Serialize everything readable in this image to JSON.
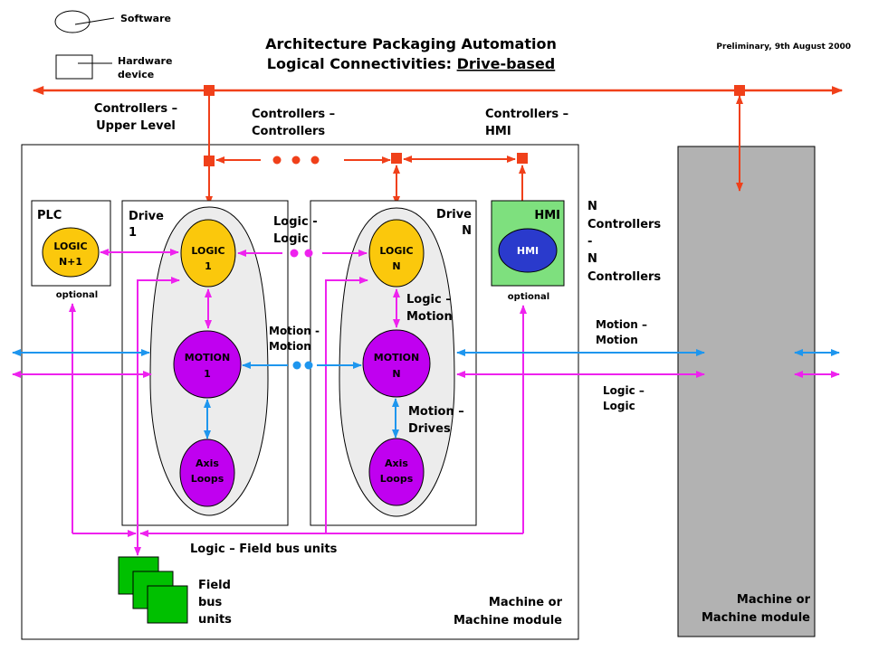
{
  "title": {
    "line1": "Architecture Packaging Automation",
    "line2_prefix": "Logical Connectivities: ",
    "line2_emphasis": "Drive-based"
  },
  "date_note": "Preliminary, 9th August 2000",
  "legend": {
    "software": "Software",
    "hardware_1": "Hardware",
    "hardware_2": "device"
  },
  "bus_labels": {
    "upper_1": "Controllers –",
    "upper_2": "Upper Level",
    "cc_1": "Controllers –",
    "cc_2": "Controllers",
    "hmi_1": "Controllers –",
    "hmi_2": "HMI",
    "nn_1": "N",
    "nn_2": "Controllers",
    "nn_3": "-",
    "nn_4": "N",
    "nn_5": "Controllers"
  },
  "plc": {
    "title": "PLC",
    "node_1": "LOGIC",
    "node_2": "N+1",
    "note": "optional"
  },
  "drive1": {
    "title_1": "Drive",
    "title_2": "1",
    "logic_1": "LOGIC",
    "logic_2": "1",
    "motion_1": "MOTION",
    "motion_2": "1",
    "axis_1": "Axis",
    "axis_2": "Loops"
  },
  "driveN": {
    "title_1": "Drive",
    "title_2": "N",
    "logic_1": "LOGIC",
    "logic_2": "N",
    "motion_1": "MOTION",
    "motion_2": "N",
    "axis_1": "Axis",
    "axis_2": "Loops"
  },
  "hmi": {
    "title": "HMI",
    "node": "HMI",
    "note": "optional"
  },
  "link_labels": {
    "ll_1": "Logic -",
    "ll_2": "Logic",
    "mm_1": "Motion -",
    "mm_2": "Motion",
    "lm_1": "Logic –",
    "lm_2": "Motion",
    "md_1": "Motion –",
    "md_2": "Drives",
    "ext_mm_1": "Motion –",
    "ext_mm_2": "Motion",
    "ext_ll_1": "Logic –",
    "ext_ll_2": "Logic",
    "fieldbus_line": "Logic – Field bus units"
  },
  "fieldbus": {
    "l1": "Field",
    "l2": "bus",
    "l3": "units"
  },
  "machine_left": {
    "l1": "Machine or",
    "l2": "Machine module"
  },
  "machine_right": {
    "l1": "Machine or",
    "l2": "Machine module"
  },
  "colors": {
    "controller_bus": "#f0401a",
    "logic_link": "#ee22ee",
    "motion_link": "#1e96ee",
    "logic_node": "#fbc80c",
    "motion_node": "#c000f0",
    "hmi_node": "#2a3acc",
    "hmi_box": "#7ee07e",
    "fieldbus_unit": "#00c000",
    "drive_ellipse": "#ececec",
    "machine_grey": "#b2b2b2"
  }
}
